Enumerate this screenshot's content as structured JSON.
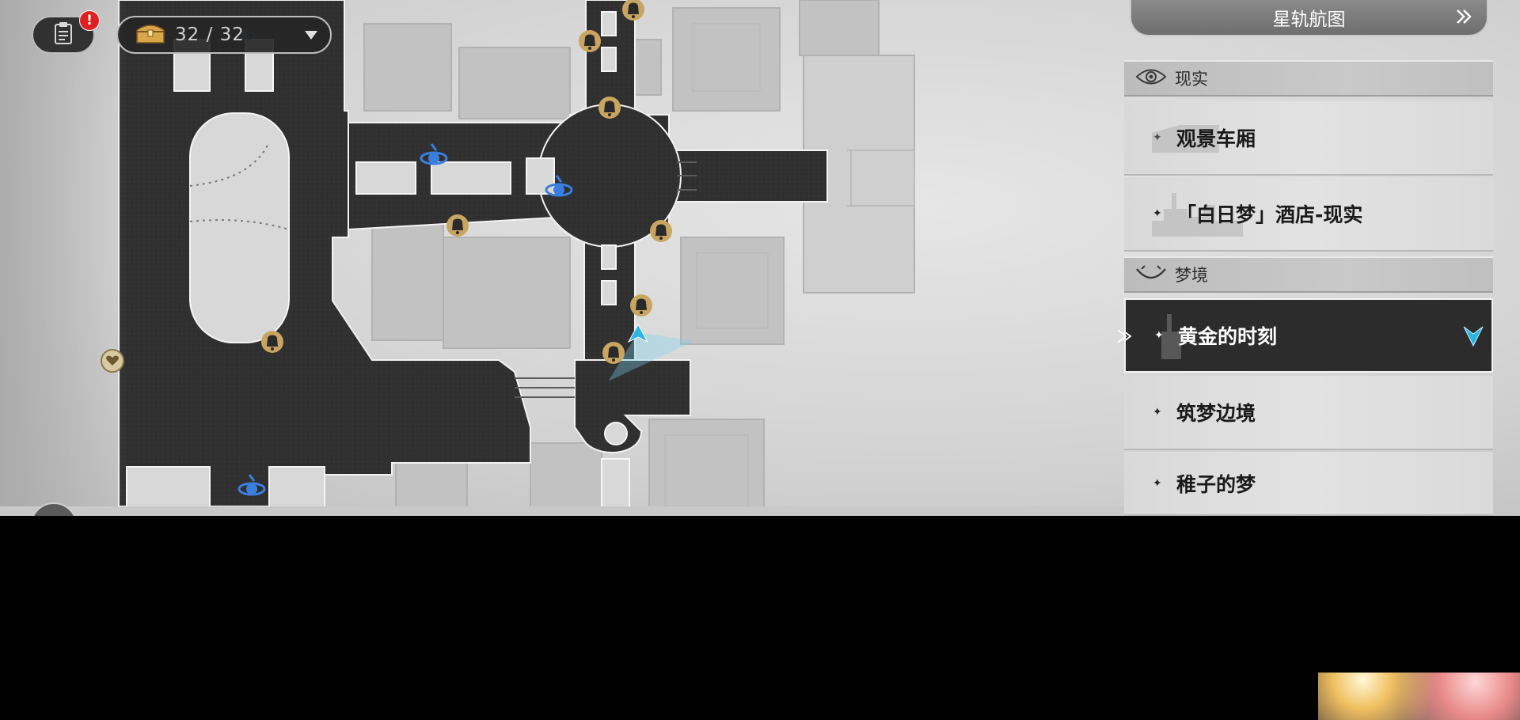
{
  "hud": {
    "mission_icon": "clipboard-icon",
    "alert_badge": "!",
    "chest_icon": "treasure-chest-icon",
    "chest_count": "32 / 32",
    "dropdown_icon": "triangle-down-icon"
  },
  "nav": {
    "title": "星轨航图",
    "chevron_icon": "double-chevron-right-icon"
  },
  "sections": [
    {
      "label": "现实",
      "icon": "eye-icon",
      "items": [
        {
          "label": "观景车厢",
          "active": false
        },
        {
          "label": "「白日梦」酒店-现实",
          "active": false
        }
      ]
    },
    {
      "label": "梦境",
      "icon": "dream-icon",
      "items": [
        {
          "label": "黄金的时刻",
          "active": true
        },
        {
          "label": "筑梦边境",
          "active": false
        },
        {
          "label": "稚子的梦",
          "active": false
        }
      ]
    }
  ],
  "map_icons": {
    "bell": "bell-icon",
    "teleport": "space-anchor-icon",
    "player": "player-location-icon",
    "heart": "heart-icon"
  },
  "colors": {
    "map_floor_dark": "#2f2f2f",
    "map_bg": "#d6d6d6",
    "bell_gold": "#c8a560",
    "teleport_blue": "#3a7fe0",
    "player_cyan": "#2ab6e0",
    "active_item_bg": "#2c2c2c"
  }
}
